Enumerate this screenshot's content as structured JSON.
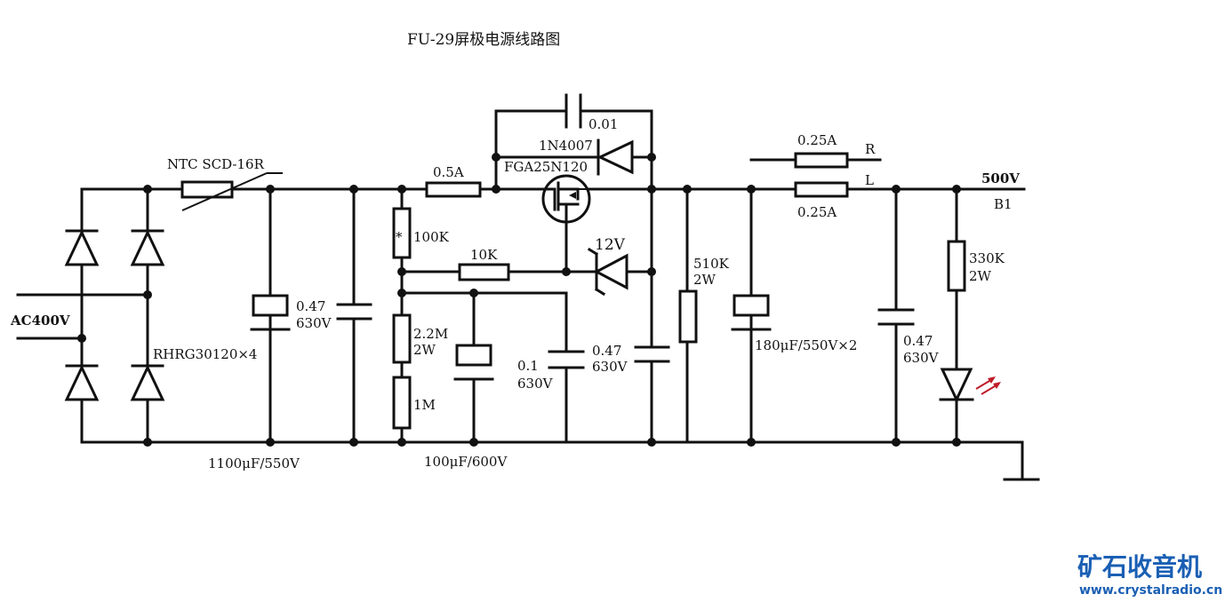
{
  "title": "FU-29屏极电源线路图",
  "labels": {
    "ntc": "NTC  SCD-16R",
    "ac_input": "AC400V",
    "bridge": "RHRG30120×4",
    "c_main": "1100μF/550V",
    "c_047_a": "0.47",
    "c_630_a": "630V",
    "fuse_main": "0.5A",
    "cap_001": "0.01",
    "diode_1n4007": "1N4007",
    "igbt": "FGA25N120",
    "r_100k": "100K",
    "r_star": "*",
    "r_10k": "10K",
    "zener": "12V",
    "r_22m": "2.2M",
    "r_22m_w": "2W",
    "r_1m": "1M",
    "c_100u": "100μF/600V",
    "c_01": "0.1",
    "c_01_v": "630V",
    "c_047_b": "0.47",
    "c_630_b": "630V",
    "r_510k": "510K",
    "r_510k_w": "2W",
    "fuse_r": "0.25A",
    "fuse_l": "0.25A",
    "out_r": "R",
    "out_l": "L",
    "c_180u": "180μF/550V×2",
    "c_047_c": "0.47",
    "c_630_c": "630V",
    "out_voltage": "500V",
    "out_name": "B1",
    "r_330k": "330K",
    "r_330k_w": "2W"
  },
  "watermark": {
    "brand": "矿石收音机",
    "url": "www.crystalradio.cn",
    "color": "#1a5fb4"
  }
}
